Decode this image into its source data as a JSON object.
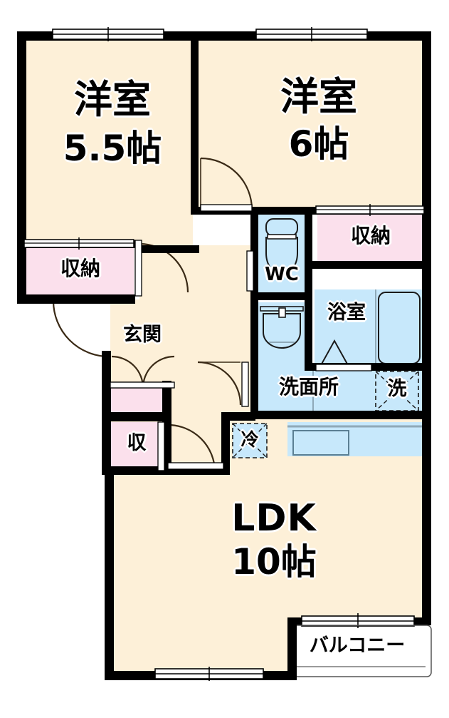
{
  "plan": {
    "title": "2LDK apartment floor plan",
    "palette": {
      "wall": "#000000",
      "room_floor": "#fdf0d8",
      "closet_floor": "#fbe0ec",
      "wet_floor": "#c7e8fb",
      "balcony_floor": "#ffffff",
      "fixture_stroke": "#1a1a1a",
      "window_frame": "#000000",
      "door_arc": "#3a2a16",
      "text": "#000000",
      "text_halo": "#ffffff"
    },
    "rooms": [
      {
        "id": "bedroom-west",
        "name": "洋室",
        "size": "5.5帖",
        "type": "washitsu-yoshitsu"
      },
      {
        "id": "bedroom-east",
        "name": "洋室",
        "size": "6帖",
        "type": "washitsu-yoshitsu"
      },
      {
        "id": "living-ldk",
        "name": "LDK",
        "size": "10帖",
        "type": "ldk"
      },
      {
        "id": "toilet",
        "name": "WC",
        "size": "",
        "type": "toilet"
      },
      {
        "id": "bathroom",
        "name": "浴室",
        "size": "",
        "type": "bath"
      },
      {
        "id": "washroom",
        "name": "洗面所",
        "size": "",
        "type": "vanity"
      },
      {
        "id": "entrance",
        "name": "玄関",
        "size": "",
        "type": "genkan"
      },
      {
        "id": "balcony",
        "name": "バルコニー",
        "size": "",
        "type": "balcony"
      }
    ],
    "closets": [
      {
        "id": "closet-bedroom-west",
        "name": "収納"
      },
      {
        "id": "closet-bedroom-east",
        "name": "収納"
      },
      {
        "id": "closet-hall-small",
        "name": "収"
      }
    ],
    "fixtures": [
      {
        "id": "washer-slot",
        "name": "洗",
        "note": "washing machine space"
      },
      {
        "id": "fridge-slot",
        "name": "冷",
        "note": "refrigerator space"
      },
      {
        "id": "toilet-bowl",
        "name": "",
        "note": "toilet fixture"
      },
      {
        "id": "vanity-sink",
        "name": "",
        "note": "wash basin"
      },
      {
        "id": "bath-tub",
        "name": "",
        "note": "bathtub"
      },
      {
        "id": "kitchen-sink",
        "name": "",
        "note": "kitchen counter with sink"
      }
    ],
    "labels": {
      "bedroom_west_name": "洋室",
      "bedroom_west_size": "5.5帖",
      "bedroom_east_name": "洋室",
      "bedroom_east_size": "6帖",
      "ldk_name": "LDK",
      "ldk_size": "10帖",
      "toilet": "WC",
      "bath": "浴室",
      "washroom": "洗面所",
      "washer": "洗",
      "fridge": "冷",
      "entrance": "玄関",
      "closet_west": "収納",
      "closet_east": "収納",
      "closet_small_hall": "収",
      "closet_tiny": "収",
      "balcony": "バルコニー"
    }
  }
}
